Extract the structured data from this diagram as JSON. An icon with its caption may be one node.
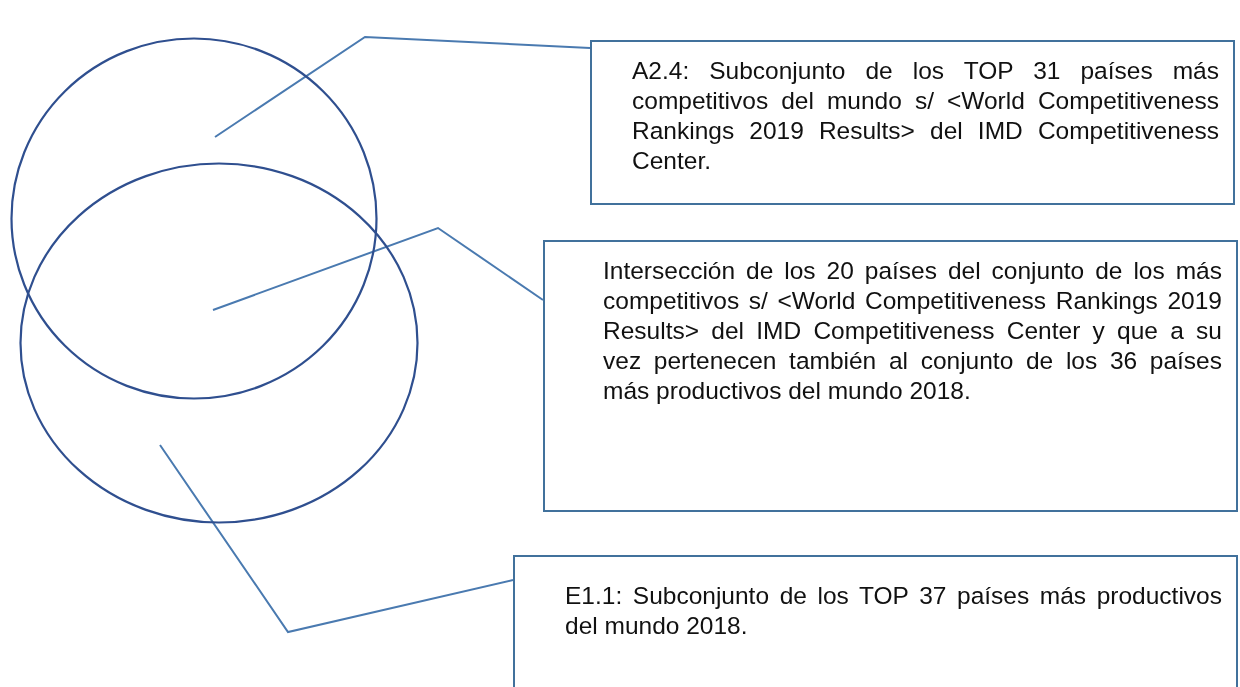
{
  "diagram": {
    "nodes": [
      {
        "text": [],
        "shape": "circle"
      },
      {
        "text": [],
        "shape": "circle"
      },
      {
        "text": [
          "A2.4: Subconjunto de los TOP 31 países más competitivos del mundo s/ <World Competitiveness Rankings 2019 Results> del IMD Competitiveness Center."
        ]
      },
      {
        "text": [
          "Intersección de los 20 países del conjunto de los más competitivos s/ <World Competitiveness Rankings 2019 Results> del IMD Competitiveness Center y que a su vez pertenecen también al conjunto de los 36 países más productivos del mundo 2018."
        ]
      },
      {
        "text": [
          "E1.1: Subconjunto de los TOP 37 países más productivos del mundo 2018."
        ]
      }
    ],
    "edges": [
      {
        "from": 2,
        "to": 0,
        "arrow": "none"
      },
      {
        "from": 3,
        "to": 0,
        "arrow": "none"
      },
      {
        "from": 4,
        "to": 1,
        "arrow": "none"
      }
    ]
  }
}
